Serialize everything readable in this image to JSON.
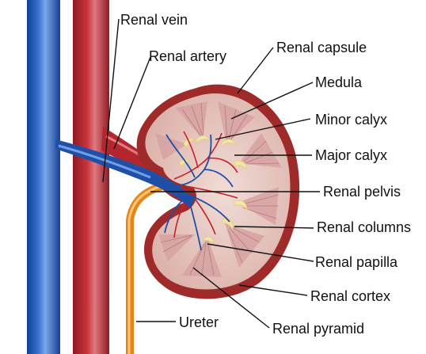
{
  "labels": {
    "renal_vein": "Renal vein",
    "renal_artery": "Renal artery",
    "renal_capsule": "Renal capsule",
    "medula": "Medula",
    "minor_calyx": "Minor calyx",
    "major_calyx": "Major calyx",
    "renal_pelvis": "Renal pelvis",
    "renal_columns": "Renal columns",
    "renal_papilla": "Renal papilla",
    "renal_cortex": "Renal cortex",
    "ureter": "Ureter",
    "renal_pyramid": "Renal pyramid"
  },
  "colors": {
    "vein": "#1f4fa6",
    "vein_highlight": "#6fa0e6",
    "artery": "#b3262e",
    "artery_highlight": "#e37a80",
    "capsule": "#9e2a2a",
    "cortex": "#e9cfc9",
    "pyramid": "#d8a7a6",
    "calyx": "#f3e6a6",
    "ureter": "#f39b2e",
    "text": "#111111"
  }
}
